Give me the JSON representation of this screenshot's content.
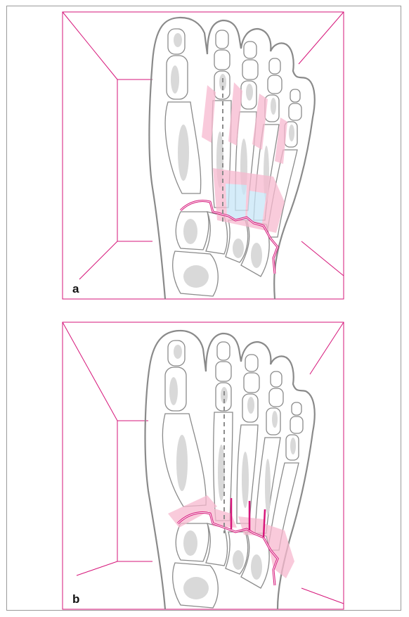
{
  "panels": [
    {
      "id": "a",
      "label": "a"
    },
    {
      "id": "b",
      "label": "b"
    }
  ],
  "colors": {
    "frame": "#d6167a",
    "outline": "#8a8a8a",
    "bone_shade": "#d9d9d9",
    "joint_line": "#d6167a",
    "highlight_pink": "#f7b9cf",
    "highlight_blue": "#c8e6f7",
    "dashed_axis": "#8c8c8c"
  }
}
